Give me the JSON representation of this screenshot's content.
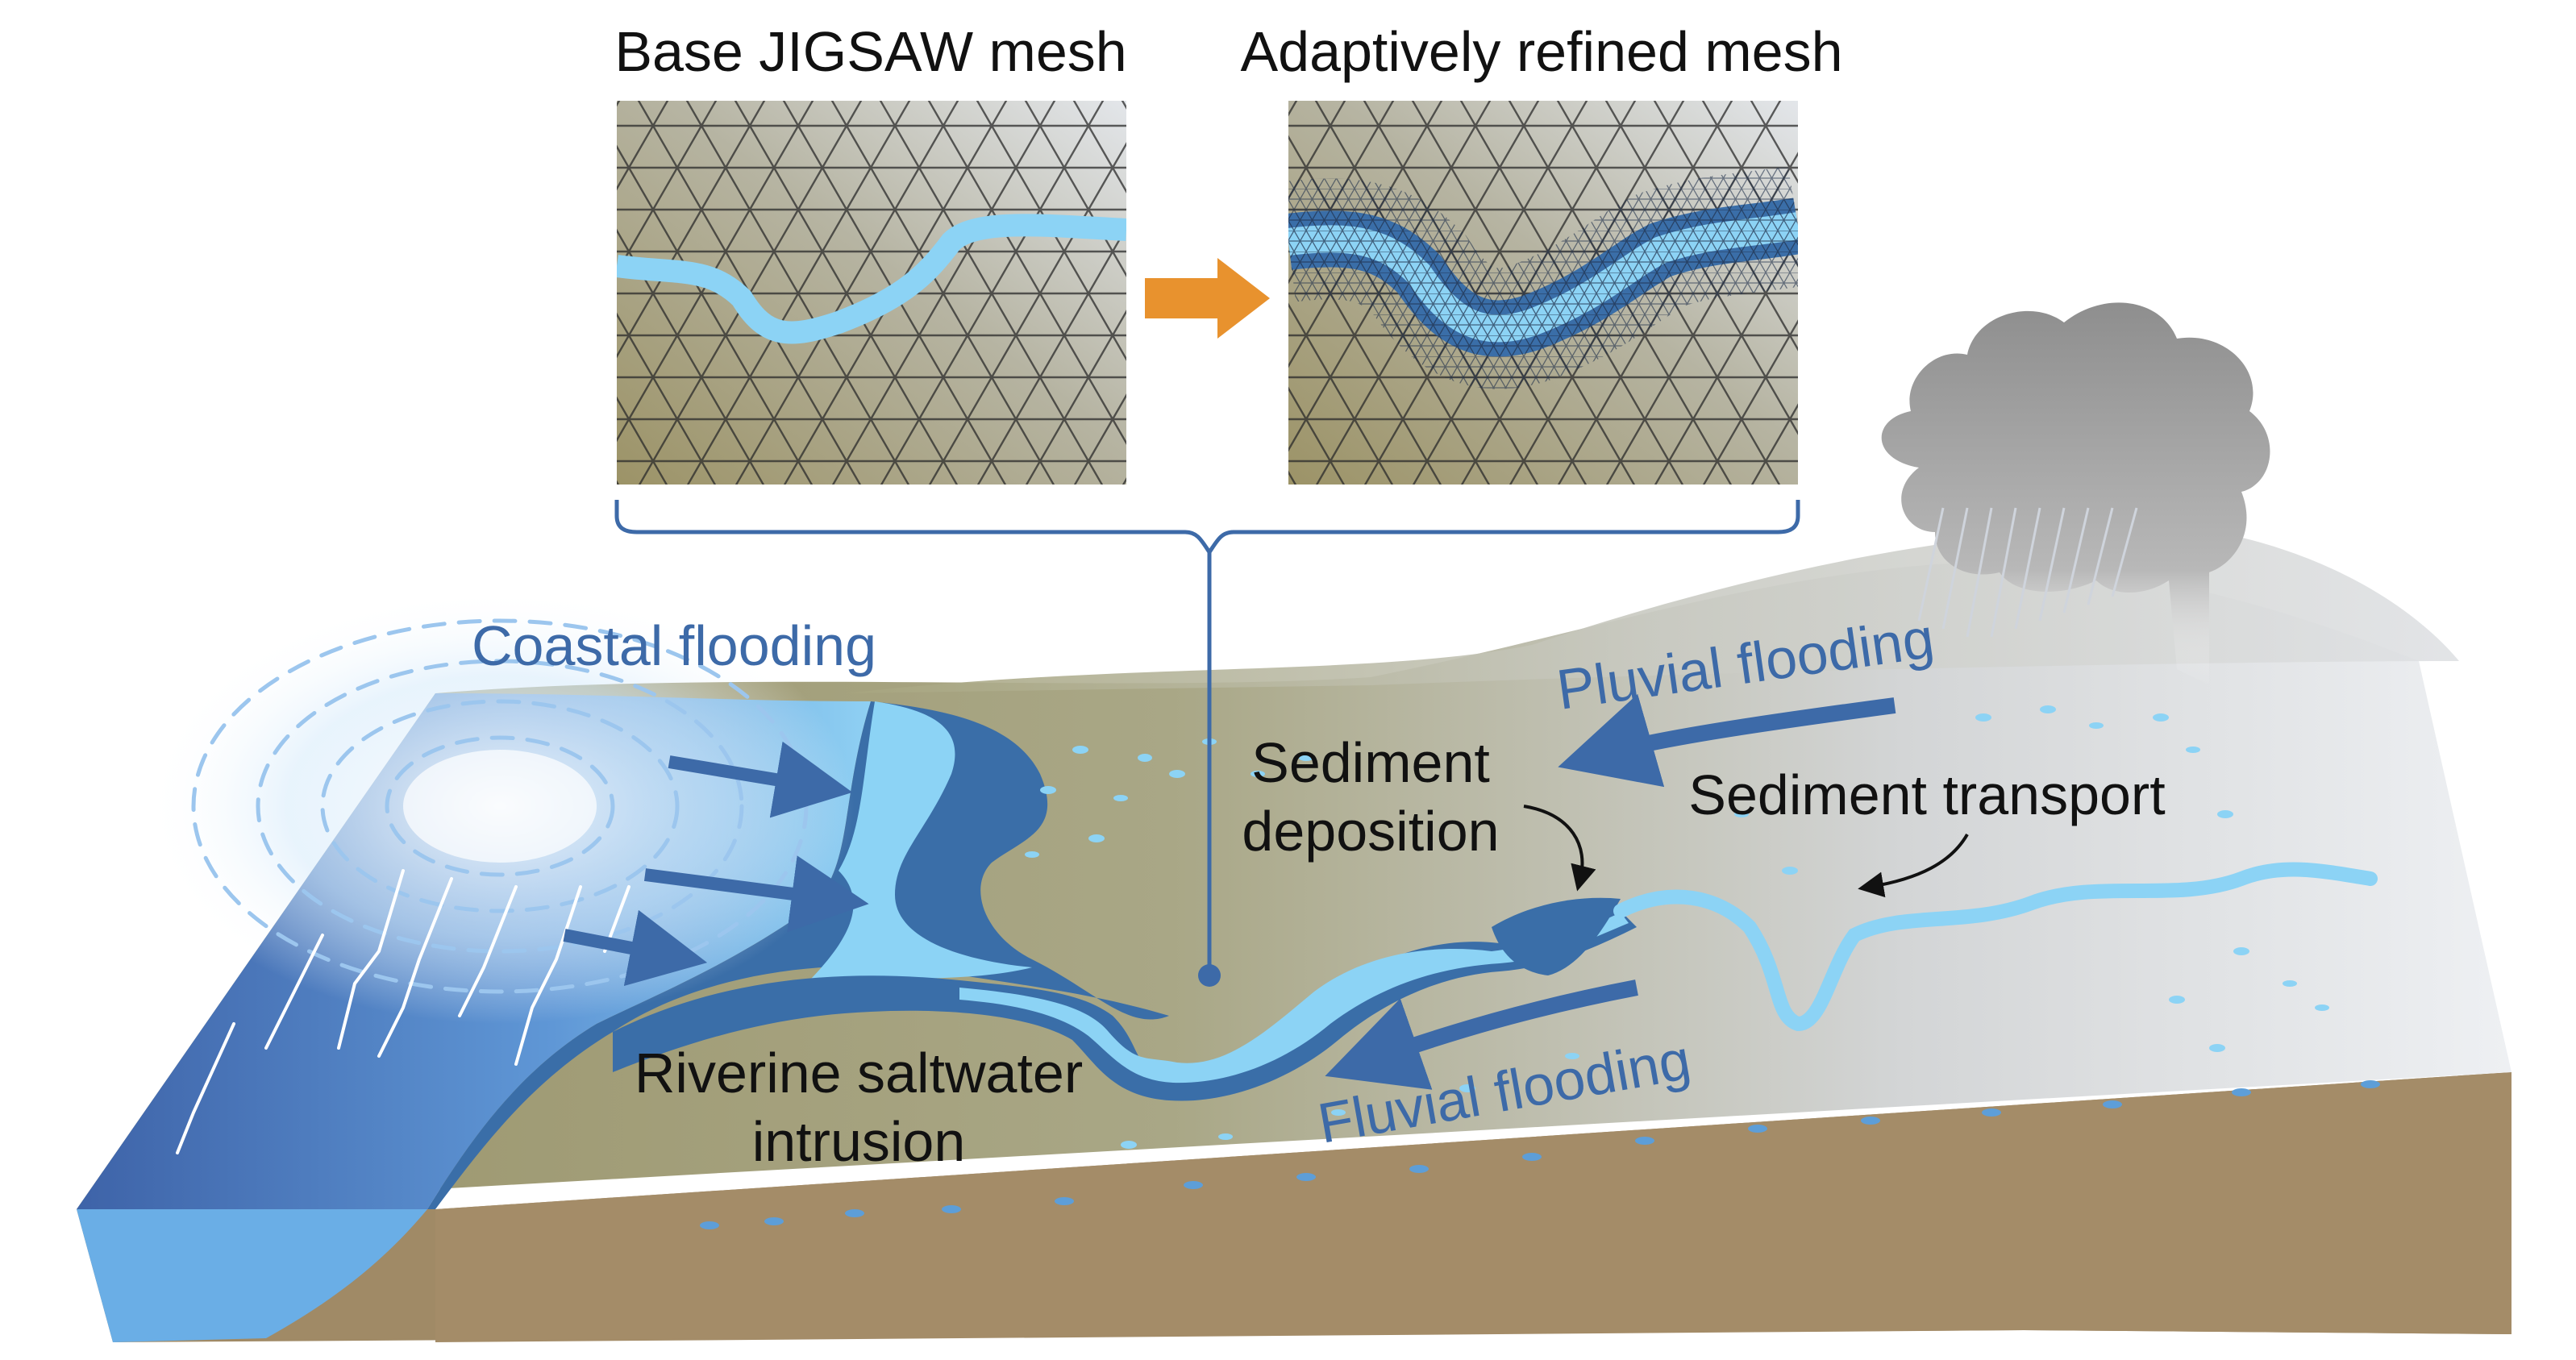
{
  "colors": {
    "flood_blue": "#3d6aa8",
    "light_water": "#8cd3f5",
    "deep_water": "#3a6ea8",
    "orange_arrow": "#e8922e",
    "land_olive": "#a29e74",
    "soil": "#a08a64",
    "cloud_gray": "#8c8c8c"
  },
  "panels": {
    "base_title": "Base JIGSAW mesh",
    "refined_title": "Adaptively refined mesh"
  },
  "labels": {
    "coastal_flooding": "Coastal flooding",
    "pluvial_flooding": "Pluvial flooding",
    "fluvial_flooding": "Fluvial flooding",
    "sediment_deposition_line1": "Sediment",
    "sediment_deposition_line2": "deposition",
    "sediment_transport": "Sediment transport",
    "riverine_line1": "Riverine saltwater",
    "riverine_line2": "intrusion"
  },
  "icons": [
    "hurricane-icon",
    "rain-cloud-icon",
    "lightning-icon",
    "process-arrow-icon"
  ]
}
